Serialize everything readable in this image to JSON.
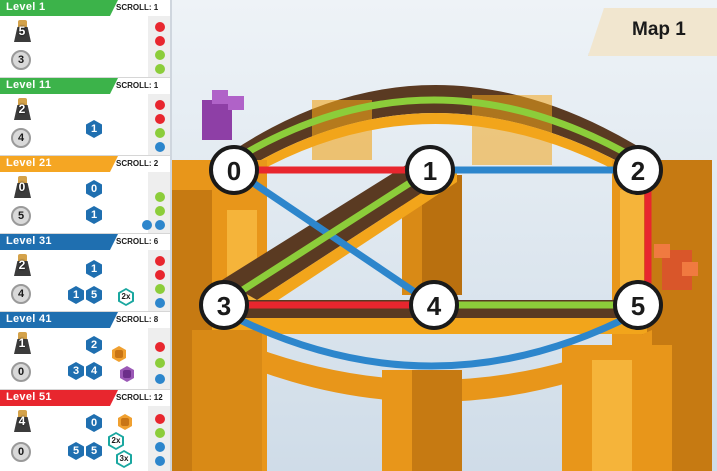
{
  "map_title": "Map 1",
  "colors": {
    "red": "#e8262e",
    "green": "#8ccd3a",
    "blue": "#2d86cc",
    "yellow": "#f5a623",
    "level_header_green": "#3cb34a",
    "level_header_yellow": "#f5a623",
    "level_header_blue": "#1f6fb0",
    "level_header_red": "#e8262e"
  },
  "levels": [
    {
      "name": "Level 1",
      "scroll": "SCROLL: 1",
      "header_color": "green",
      "figure": "5",
      "coin": "3",
      "hexes": [],
      "dots": [
        "red",
        "red",
        "green",
        "green"
      ]
    },
    {
      "name": "Level 11",
      "scroll": "SCROLL: 1",
      "header_color": "green",
      "figure": "2",
      "coin": "4",
      "hexes": [
        "1"
      ],
      "dots": [
        "red",
        "red",
        "green",
        "blue"
      ]
    },
    {
      "name": "Level 21",
      "scroll": "SCROLL: 2",
      "header_color": "yellow",
      "figure": "0",
      "coin": "5",
      "hexes": [
        "0",
        "1"
      ],
      "dots": [
        "green",
        "green",
        "blue",
        "blue"
      ]
    },
    {
      "name": "Level 31",
      "scroll": "SCROLL: 6",
      "header_color": "blue",
      "figure": "2",
      "coin": "4",
      "hexes": [
        "1",
        "1",
        "5"
      ],
      "mults": [
        "2x"
      ],
      "dots": [
        "red",
        "red",
        "green",
        "blue"
      ]
    },
    {
      "name": "Level 41",
      "scroll": "SCROLL: 8",
      "header_color": "blue",
      "figure": "1",
      "coin": "0",
      "hexes": [
        "2",
        "3",
        "4"
      ],
      "dots": [
        "red",
        "green",
        "blue"
      ]
    },
    {
      "name": "Level 51",
      "scroll": "SCROLL: 12",
      "header_color": "red",
      "figure": "4",
      "coin": "0",
      "hexes": [
        "0",
        "5",
        "5"
      ],
      "mults": [
        "2x",
        "3x"
      ],
      "dots": [
        "red",
        "green",
        "blue",
        "blue"
      ]
    }
  ],
  "map": {
    "nodes": [
      {
        "id": "0",
        "label": "0"
      },
      {
        "id": "1",
        "label": "1"
      },
      {
        "id": "2",
        "label": "2"
      },
      {
        "id": "3",
        "label": "3"
      },
      {
        "id": "4",
        "label": "4"
      },
      {
        "id": "5",
        "label": "5"
      }
    ],
    "edges": [
      {
        "from": "0",
        "to": "1",
        "color": "red"
      },
      {
        "from": "1",
        "to": "2",
        "color": "blue"
      },
      {
        "from": "0",
        "to": "2",
        "color": "green"
      },
      {
        "from": "0",
        "to": "4",
        "color": "blue"
      },
      {
        "from": "1",
        "to": "3",
        "color": "green"
      },
      {
        "from": "2",
        "to": "5",
        "color": "red"
      },
      {
        "from": "3",
        "to": "4",
        "color": "red"
      },
      {
        "from": "4",
        "to": "5",
        "color": "green"
      },
      {
        "from": "3",
        "to": "5",
        "color": "blue"
      }
    ]
  }
}
